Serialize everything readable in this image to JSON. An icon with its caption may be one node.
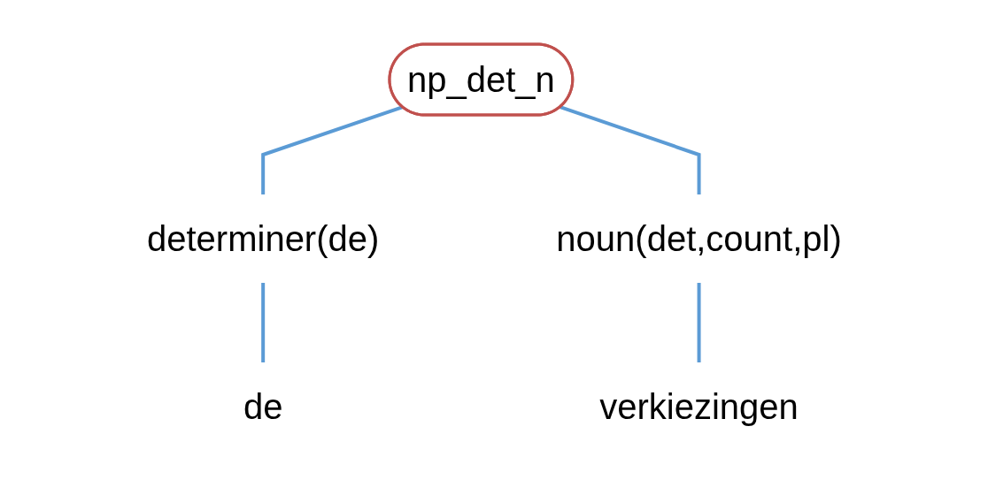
{
  "diagram": {
    "nodes": [
      {
        "text": [
          "np_det_n"
        ]
      },
      {
        "text": [
          "determiner(de)"
        ]
      },
      {
        "text": [
          "noun(det,count,pl)"
        ]
      },
      {
        "text": [
          "de"
        ]
      },
      {
        "text": [
          "verkiezingen"
        ]
      }
    ],
    "edges": [
      {
        "from": 0,
        "to": 1,
        "arrow": "none"
      },
      {
        "from": 0,
        "to": 2,
        "arrow": "none"
      },
      {
        "from": 1,
        "to": 3,
        "arrow": "none"
      },
      {
        "from": 2,
        "to": 4,
        "arrow": "none"
      }
    ]
  }
}
